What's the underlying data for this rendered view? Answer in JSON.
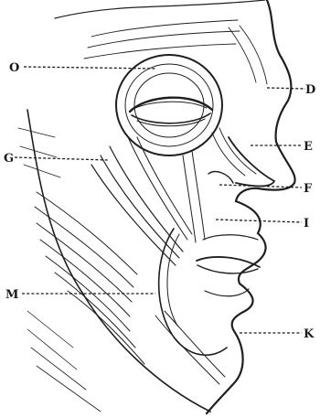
{
  "figure": {
    "labels": {
      "O": "O",
      "D": "D",
      "E": "E",
      "G": "G",
      "F": "F",
      "I": "I",
      "M": "M",
      "K": "K"
    }
  }
}
